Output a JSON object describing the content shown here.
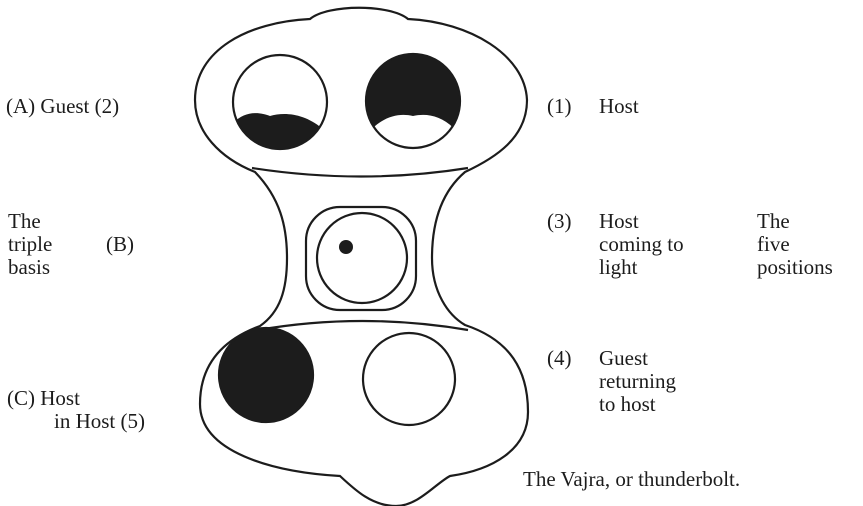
{
  "left": {
    "guest_label": "(A) Guest (2)",
    "triple_basis_lines": [
      "The",
      "triple",
      "basis"
    ],
    "b_label": "(B)",
    "c_line1": "(C) Host",
    "c_line2": "in Host (5)"
  },
  "right": {
    "pos1_num": "(1)",
    "pos1_text": "Host",
    "pos3_num": "(3)",
    "pos3_lines": [
      "Host",
      "coming to",
      "light"
    ],
    "five_positions_lines": [
      "The",
      "five",
      "positions"
    ],
    "pos4_num": "(4)",
    "pos4_lines": [
      "Guest",
      "returning",
      "to host"
    ]
  },
  "caption": "The Vajra, or thunderbolt.",
  "colors": {
    "ink": "#1c1c1c",
    "paper": "#ffffff"
  }
}
